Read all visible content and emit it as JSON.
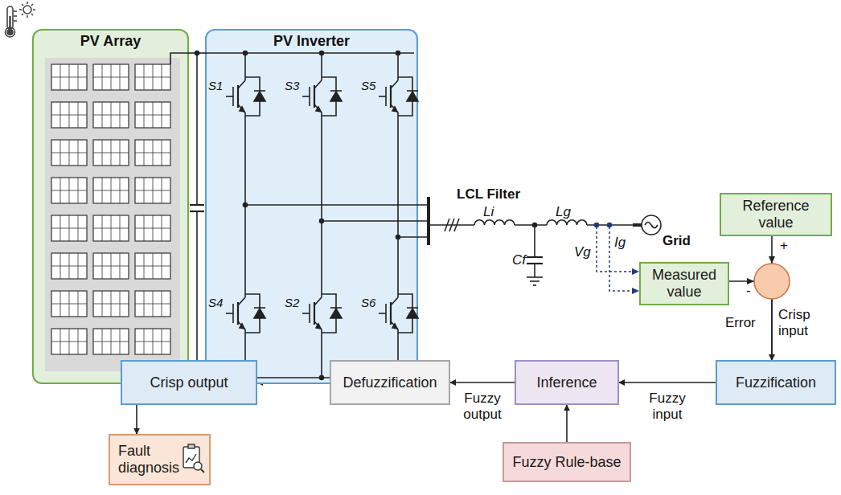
{
  "diagram": {
    "nodes": [
      {
        "text": [
          "PV Array"
        ]
      },
      {
        "text": [
          "PV Inverter"
        ]
      },
      {
        "text": [
          "Reference value"
        ]
      },
      {
        "text": [
          "Measured value"
        ]
      },
      {
        "text": [
          "Crisp output"
        ]
      },
      {
        "text": [
          "Defuzzification"
        ]
      },
      {
        "text": [
          "Inference"
        ]
      },
      {
        "text": [
          "Fuzzification"
        ]
      },
      {
        "text": [
          "Fuzzy Rule-base"
        ]
      },
      {
        "text": [
          "Fault diagnosis"
        ]
      }
    ],
    "edges": [
      {
        "from": 0,
        "to": 1,
        "arrow": "none"
      },
      {
        "from": 0,
        "to": 1,
        "arrow": "none"
      },
      {
        "from": 2,
        "to": 7,
        "arrow": "to"
      },
      {
        "from": 3,
        "to": 7,
        "arrow": "to"
      },
      {
        "from": 7,
        "to": 6,
        "label": "Fuzzy input",
        "arrow": "to"
      },
      {
        "from": 6,
        "to": 5,
        "label": "Fuzzy output",
        "arrow": "to"
      },
      {
        "from": 5,
        "to": 4,
        "arrow": "to"
      },
      {
        "from": 4,
        "to": 9,
        "arrow": "to"
      },
      {
        "from": 8,
        "to": 6,
        "arrow": "to"
      }
    ],
    "labels": [
      "S1",
      "S3",
      "S5",
      "S4",
      "S2",
      "S6",
      "LCL Filter",
      "Li",
      "Lg",
      "Cf",
      "Grid",
      "Vg",
      "Ig",
      "+",
      "-",
      "Error",
      "Crisp input"
    ]
  }
}
